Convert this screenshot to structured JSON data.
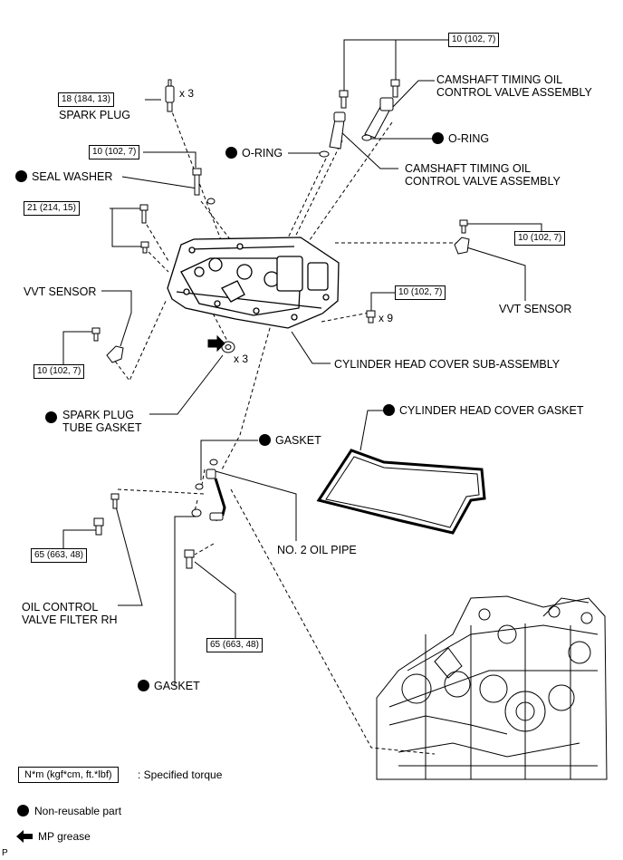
{
  "labels": {
    "spark_plug": "SPARK PLUG",
    "seal_washer": "SEAL WASHER",
    "o_ring_left": "O-RING",
    "o_ring_right": "O-RING",
    "camshaft_valve_1_line1": "CAMSHAFT TIMING OIL",
    "camshaft_valve_1_line2": "CONTROL VALVE ASSEMBLY",
    "camshaft_valve_2_line1": "CAMSHAFT TIMING OIL",
    "camshaft_valve_2_line2": "CONTROL VALVE ASSEMBLY",
    "vvt_sensor_left": "VVT SENSOR",
    "vvt_sensor_right": "VVT SENSOR",
    "spark_plug_tube_gasket_line1": "SPARK PLUG",
    "spark_plug_tube_gasket_line2": "TUBE GASKET",
    "cylinder_head_cover_sub_assembly": "CYLINDER HEAD COVER SUB-ASSEMBLY",
    "cylinder_head_cover_gasket": "CYLINDER HEAD COVER GASKET",
    "gasket_upper": "GASKET",
    "gasket_lower": "GASKET",
    "no2_oil_pipe": "NO. 2 OIL PIPE",
    "oil_control_valve_filter_line1": "OIL CONTROL",
    "oil_control_valve_filter_line2": "VALVE FILTER RH"
  },
  "torques": {
    "camshaft_valve_bolts": "10 (102, 7)",
    "spark_plug": "18 (184, 13)",
    "seal_washer_bolt": "10 (102, 7)",
    "cover_bolts_21": "21 (214, 15)",
    "vvt_sensor_left": "10 (102, 7)",
    "vvt_sensor_right": "10 (102, 7)",
    "cover_bolts_x9": "10 (102, 7)",
    "union_bolt_left": "65 (663, 48)",
    "union_bolt_lower": "65 (663, 48)"
  },
  "multipliers": {
    "spark_plug": "x 3",
    "tube_gasket": "x 3",
    "cover_bolts": "x 9"
  },
  "legend": {
    "torque_box": "N*m (kgf*cm, ft.*lbf)",
    "torque_desc": ": Specified torque",
    "non_reusable": "Non-reusable part",
    "mp_grease": "MP grease"
  },
  "corner_mark": "P"
}
